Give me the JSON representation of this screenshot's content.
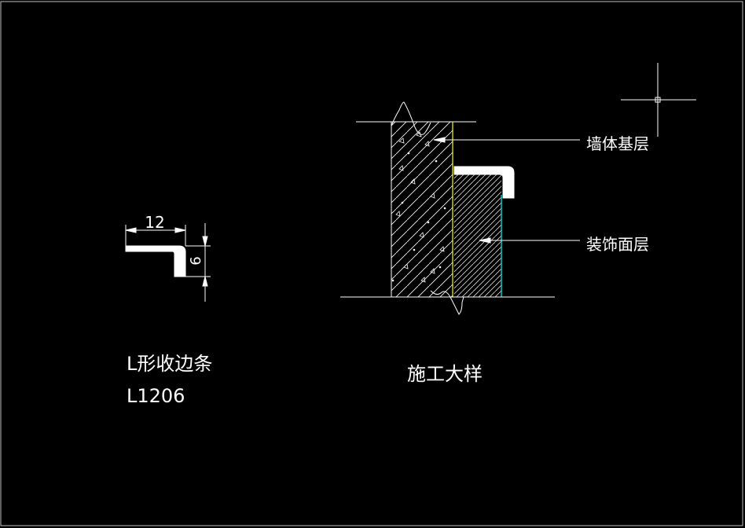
{
  "drawing": {
    "profile": {
      "dim_width": "12",
      "dim_height": "6",
      "name": "L形收边条",
      "code": "L1206"
    },
    "section": {
      "label_wall_base": "墙体基层",
      "label_finish_layer": "装饰面层",
      "title": "施工大样"
    }
  },
  "colors": {
    "background": "#000000",
    "lines": "#ffffff",
    "yellow_line": "#ffff00",
    "cyan_line": "#00ffff"
  }
}
